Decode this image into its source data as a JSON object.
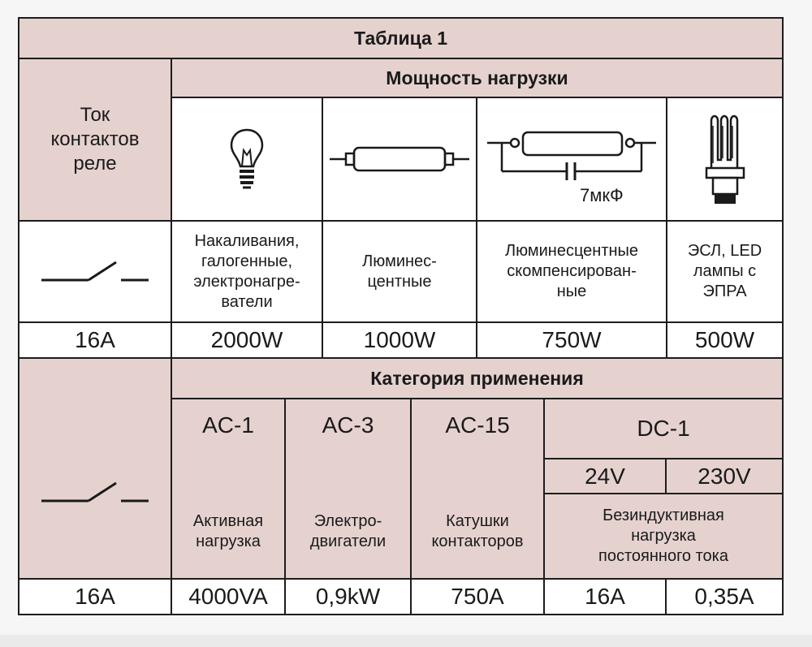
{
  "table": {
    "title": "Таблица 1",
    "current_header": [
      "Ток",
      "контактов",
      "реле"
    ],
    "power_header": "Мощность нагрузки",
    "load_types": [
      {
        "icon": "incandescent-bulb-icon",
        "label": [
          "Накаливания,",
          "галогенные,",
          "электронагре-",
          "ватели"
        ],
        "power": "2000W"
      },
      {
        "icon": "fluorescent-tube-icon",
        "label": [
          "Люминес-",
          "центные"
        ],
        "power": "1000W"
      },
      {
        "icon": "compensated-tube-icon",
        "icon_text": "7мкФ",
        "label": [
          "Люминесцентные",
          "скомпенсирован-",
          "ные"
        ],
        "power": "750W"
      },
      {
        "icon": "cfl-lamp-icon",
        "label": [
          "ЭСЛ, LED",
          "лампы с",
          "ЭПРА"
        ],
        "power": "500W"
      }
    ],
    "relay_current_1": "16A",
    "category_header": "Категория применения",
    "categories": [
      {
        "code": "AC-1",
        "label": [
          "Активная",
          "нагрузка"
        ],
        "value": "4000VA"
      },
      {
        "code": "AC-3",
        "label": [
          "Электро-",
          "двигатели"
        ],
        "value": "0,9kW"
      },
      {
        "code": "AC-15",
        "label": [
          "Катушки",
          "контакторов"
        ],
        "value": "750A"
      }
    ],
    "dc": {
      "code": "DC-1",
      "voltages": [
        "24V",
        "230V"
      ],
      "label": [
        "Безиндуктивная",
        "нагрузка",
        "постоянного тока"
      ],
      "values": [
        "16A",
        "0,35A"
      ]
    },
    "relay_current_2": "16A"
  },
  "colors": {
    "header_bg": "#e5d2cf",
    "cell_bg": "#ffffff",
    "border": "#1c1c1c"
  }
}
